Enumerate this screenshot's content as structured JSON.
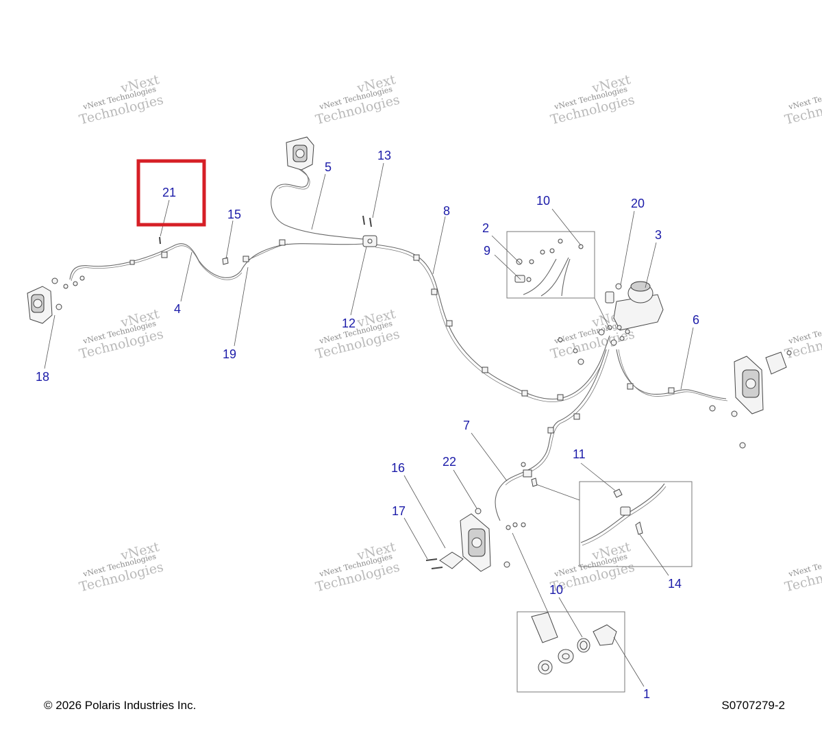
{
  "callouts": {
    "c1": "1",
    "c2": "2",
    "c3": "3",
    "c4": "4",
    "c5": "5",
    "c6": "6",
    "c7": "7",
    "c8": "8",
    "c9": "9",
    "c10a": "10",
    "c10b": "10",
    "c11": "11",
    "c12": "12",
    "c13": "13",
    "c14": "14",
    "c15": "15",
    "c16": "16",
    "c17": "17",
    "c18": "18",
    "c19": "19",
    "c20": "20",
    "c21": "21",
    "c22": "22"
  },
  "watermark": {
    "line1": "vNext Technologies",
    "line2": "vNext",
    "line3": "Technologies"
  },
  "footer": {
    "copyright": "© 2026 Polaris Industries Inc.",
    "drawing_number": "S0707279-2"
  },
  "highlight": {
    "color": "#d61f26",
    "target_callout": "21"
  },
  "colors": {
    "callout_text": "#1a1aa8"
  }
}
